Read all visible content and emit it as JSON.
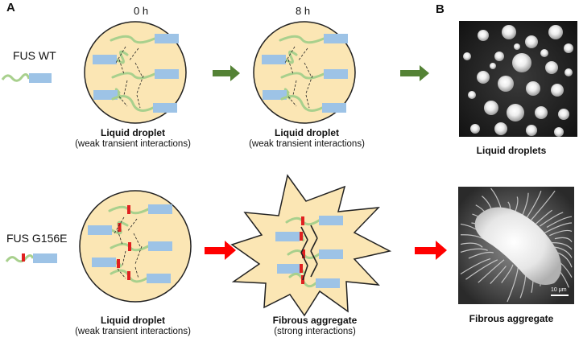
{
  "panels": {
    "a": "A",
    "b": "B"
  },
  "times": {
    "t0": "0 h",
    "t8": "8 h"
  },
  "rows": {
    "wt": {
      "label": "FUS WT"
    },
    "mut": {
      "label": "FUS G156E"
    }
  },
  "captions": {
    "wt_0h": {
      "title": "Liquid droplet",
      "note": "(weak transient interactions)"
    },
    "wt_8h": {
      "title": "Liquid droplet",
      "note": "(weak transient interactions)"
    },
    "mut_0h": {
      "title": "Liquid droplet",
      "note": "(weak transient interactions)"
    },
    "mut_8h": {
      "title": "Fibrous aggregate",
      "note": "(strong interactions)"
    },
    "photo_wt": {
      "title": "Liquid droplets"
    },
    "photo_mut": {
      "title": "Fibrous aggregate"
    }
  },
  "scale_bar": "10 μm",
  "colors": {
    "droplet_fill": "#fbe6b4",
    "chain": "#a8d08d",
    "domain_box": "#9dc3e6",
    "mutation": "#e02020",
    "arrow_wt": "#548235",
    "arrow_mut": "#ff0000"
  }
}
